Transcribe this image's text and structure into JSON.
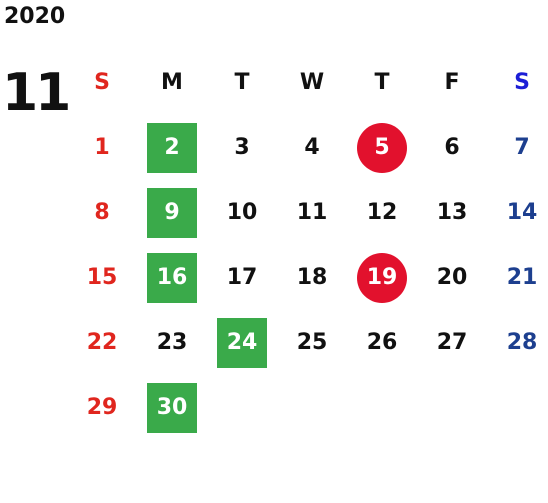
{
  "calendar": {
    "year": "2020",
    "month": "11",
    "weekdays": [
      "S",
      "M",
      "T",
      "W",
      "T",
      "F",
      "S"
    ],
    "weeks": [
      [
        "1",
        "2",
        "3",
        "4",
        "5",
        "6",
        "7"
      ],
      [
        "8",
        "9",
        "10",
        "11",
        "12",
        "13",
        "14"
      ],
      [
        "15",
        "16",
        "17",
        "18",
        "19",
        "20",
        "21"
      ],
      [
        "22",
        "23",
        "24",
        "25",
        "26",
        "27",
        "28"
      ],
      [
        "29",
        "30",
        "",
        "",
        "",
        "",
        ""
      ]
    ]
  },
  "colors": {
    "sunday": "#e0261e",
    "saturday": "#1d3f8f",
    "green_highlight": "#3aaa4a",
    "red_highlight": "#e2112d"
  }
}
